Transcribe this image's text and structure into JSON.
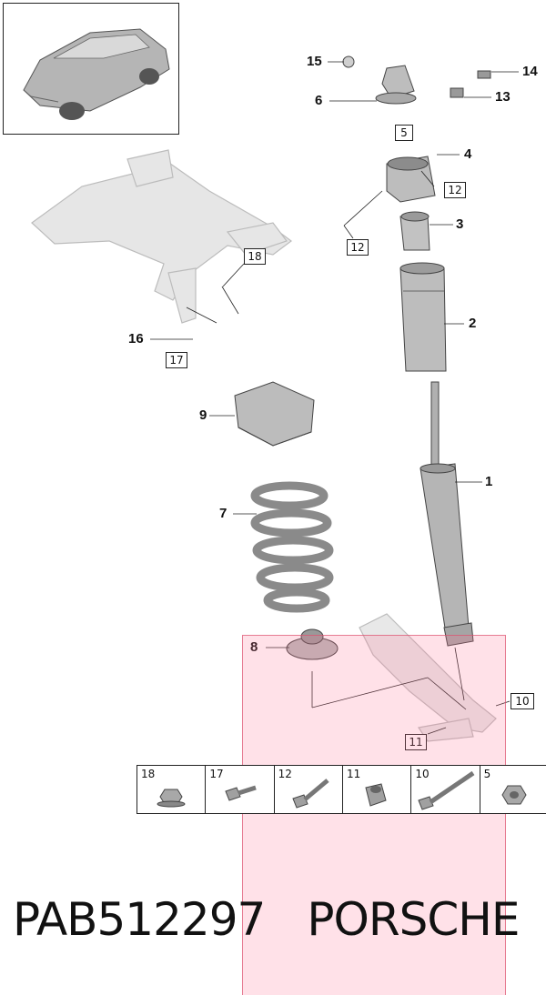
{
  "callouts": {
    "c1": "1",
    "c2": "2",
    "c3": "3",
    "c4": "4",
    "c6": "6",
    "c7": "7",
    "c8": "8",
    "c9": "9",
    "c13": "13",
    "c14": "14",
    "c15": "15",
    "c16": "16"
  },
  "boxed_refs": {
    "b5": "5",
    "b10": "10",
    "b11": "11",
    "b12a": "12",
    "b12b": "12",
    "b17": "17",
    "b18": "18"
  },
  "parts_strip": [
    {
      "label": "18",
      "icon": "flange-nut-icon"
    },
    {
      "label": "17",
      "icon": "short-bolt-icon"
    },
    {
      "label": "12",
      "icon": "bolt-icon"
    },
    {
      "label": "11",
      "icon": "bushing-nut-icon"
    },
    {
      "label": "10",
      "icon": "long-bolt-icon"
    },
    {
      "label": "5",
      "icon": "nut-icon"
    }
  ],
  "footer": {
    "part_number": "PAB512297",
    "brand": "PORSCHE"
  },
  "colors": {
    "part_gray": "#c8c8c8",
    "line": "#222222",
    "highlight": "#ffd6df"
  }
}
